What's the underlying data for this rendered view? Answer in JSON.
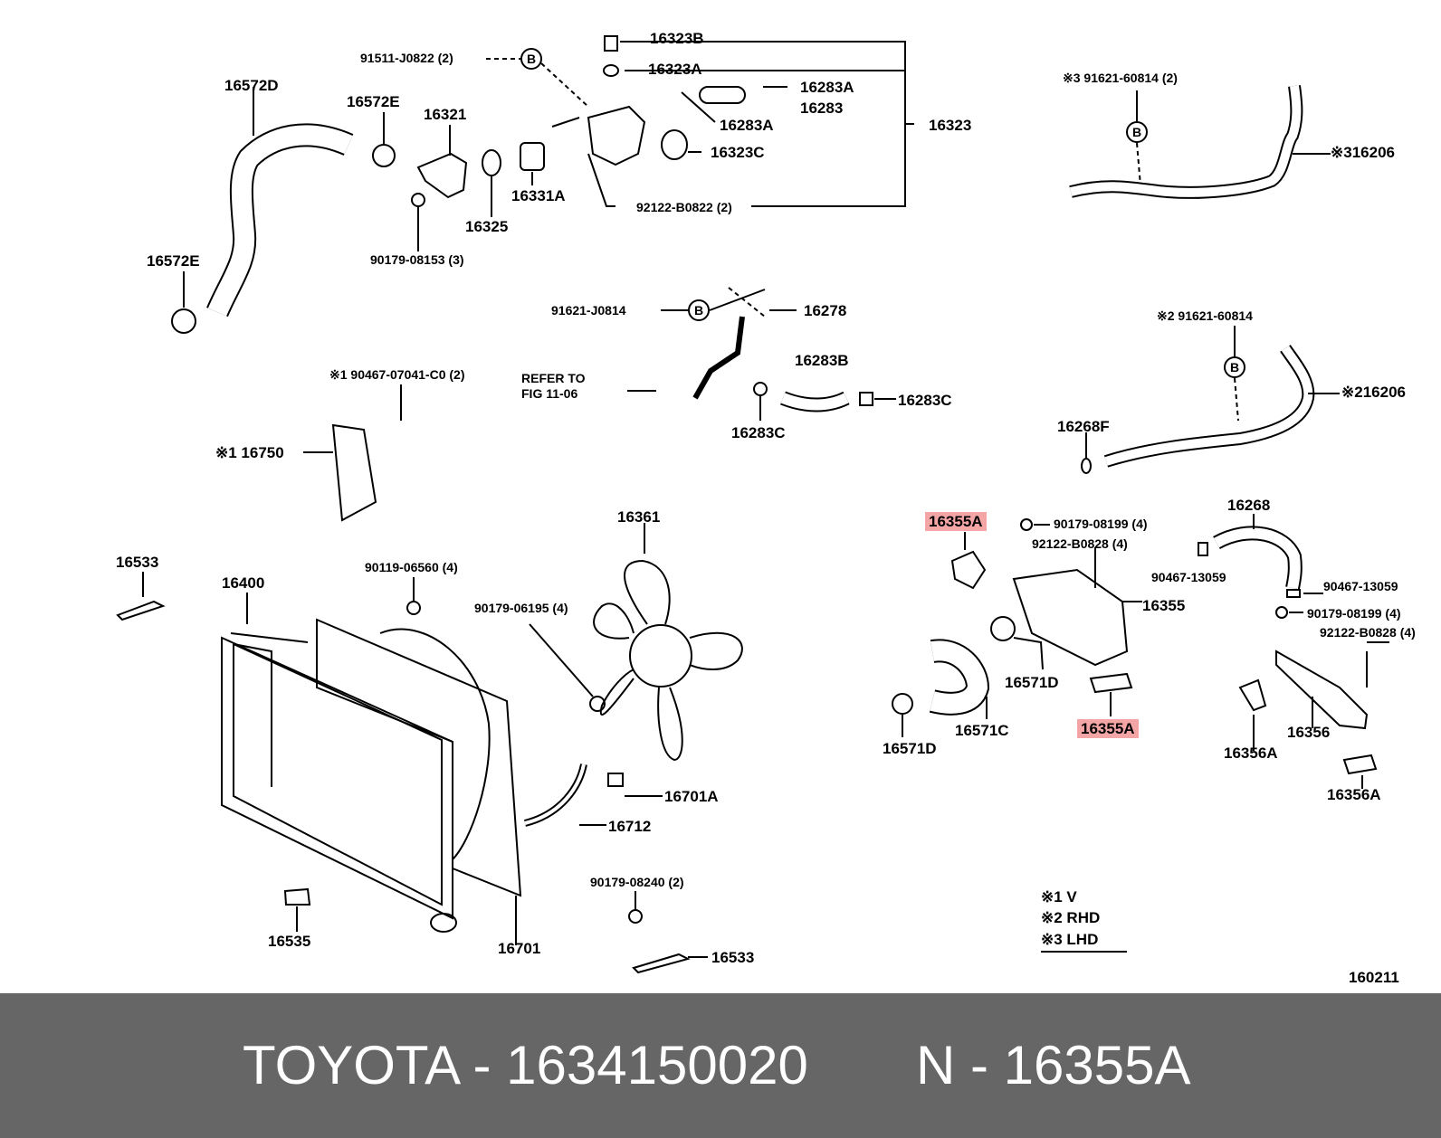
{
  "diagram": {
    "figure_number": "160211",
    "labels": {
      "l16572D": "16572D",
      "l16572E_a": "16572E",
      "l16572E_b": "16572E",
      "l16321": "16321",
      "l90179_08153": "90179-08153 (3)",
      "l16325": "16325",
      "l16331A": "16331A",
      "l91511": "91511-J0822 (2)",
      "l16323B": "16323B",
      "l16323A": "16323A",
      "l16283A_a": "16283A",
      "l16283": "16283",
      "l16283A_b": "16283A",
      "l16323": "16323",
      "l16323C": "16323C",
      "l92122_B0822": "92122-B0822 (2)",
      "l91621_J0814": "91621-J0814",
      "l16278": "16278",
      "l16283B": "16283B",
      "l16283C_a": "16283C",
      "l16283C_b": "16283C",
      "l90467_07041": "※1 90467-07041-C0 (2)",
      "l_refer": "REFER TO",
      "l_fig": "FIG 11-06",
      "l16750": "※1 16750",
      "l91621_60814_a": "※3 91621-60814 (2)",
      "l16206_a": "※316206",
      "l91621_60814_b": "※2 91621-60814",
      "l16206_b": "※216206",
      "l16268F": "16268F",
      "l16355A_top": "16355A",
      "l90179_08199_a": "90179-08199 (4)",
      "l92122_B0828_a": "92122-B0828 (4)",
      "l16268": "16268",
      "l90467_13059_a": "90467-13059",
      "l90467_13059_b": "90467-13059",
      "l16355": "16355",
      "l90179_08199_b": "90179-08199 (4)",
      "l92122_B0828_b": "92122-B0828 (4)",
      "l16571D_a": "16571D",
      "l16571C": "16571C",
      "l16571D_b": "16571D",
      "l16355A_bot": "16355A",
      "l16356": "16356",
      "l16356A_a": "16356A",
      "l16356A_b": "16356A",
      "l16533_a": "16533",
      "l16400": "16400",
      "l90119_06560": "90119-06560 (4)",
      "l16361": "16361",
      "l90179_06195": "90179-06195 (4)",
      "l16701A": "16701A",
      "l16712": "16712",
      "l90179_08240": "90179-08240 (2)",
      "l16535": "16535",
      "l16701": "16701",
      "l16533_b": "16533",
      "b_marker": "B"
    },
    "legend": {
      "row1": "※1  V",
      "row2": "※2  RHD",
      "row3": "※3  LHD"
    },
    "highlight_color": "#f4a6a6"
  },
  "footer": {
    "brand_part": "TOYOTA - 1634150020",
    "ref_part": "N - 16355A",
    "background": "#666666"
  }
}
